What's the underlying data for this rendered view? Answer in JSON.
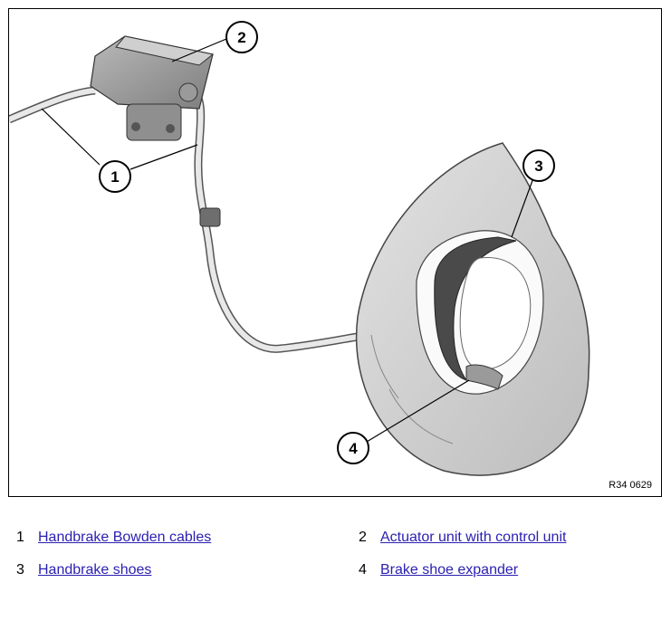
{
  "figure": {
    "code": "R34 0629",
    "callouts": [
      "1",
      "2",
      "3",
      "4"
    ]
  },
  "legend": [
    {
      "num": "1",
      "label": "Handbrake Bowden cables"
    },
    {
      "num": "2",
      "label": "Actuator unit with control unit"
    },
    {
      "num": "3",
      "label": "Handbrake shoes"
    },
    {
      "num": "4",
      "label": "Brake shoe expander"
    }
  ],
  "colors": {
    "link": "#2a1fb0",
    "metal": "#d4d4d4",
    "lining": "#4a4a4a"
  }
}
